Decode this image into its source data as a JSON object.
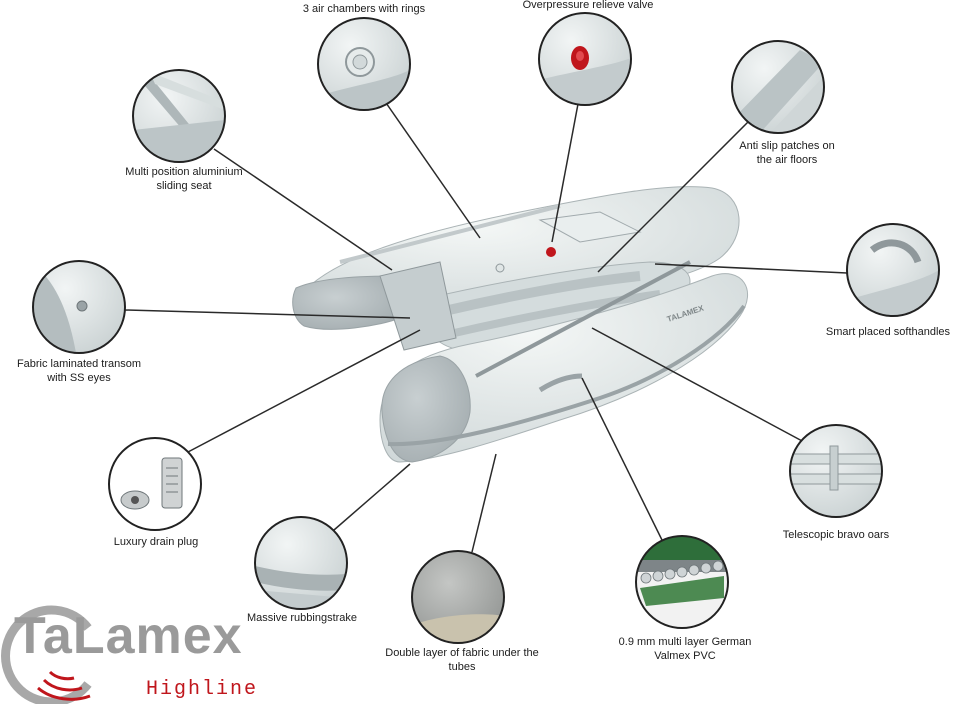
{
  "features": [
    {
      "id": "air-chambers",
      "lines": [
        "3 air chambers with rings"
      ]
    },
    {
      "id": "overpressure-valve",
      "lines": [
        "Overpressure relieve valve"
      ]
    },
    {
      "id": "aluminium-seat",
      "lines": [
        "Multi position aluminium",
        "sliding seat"
      ]
    },
    {
      "id": "anti-slip",
      "lines": [
        "Anti slip patches on",
        "the air floors"
      ]
    },
    {
      "id": "softhandles",
      "lines": [
        "Smart placed softhandles"
      ]
    },
    {
      "id": "transom",
      "lines": [
        "Fabric laminated transom",
        "with SS eyes"
      ]
    },
    {
      "id": "oars",
      "lines": [
        "Telescopic bravo oars"
      ]
    },
    {
      "id": "drain-plug",
      "lines": [
        "Luxury drain plug"
      ]
    },
    {
      "id": "rubbingstrake",
      "lines": [
        "Massive rubbingstrake"
      ]
    },
    {
      "id": "double-fabric",
      "lines": [
        "Double layer of fabric under the",
        "tubes"
      ]
    },
    {
      "id": "pvc",
      "lines": [
        "0.9 mm multi layer German",
        "Valmex PVC"
      ]
    }
  ],
  "boat_logo": "TALAMEX",
  "brand": {
    "name": "TaLamex",
    "subline": "Highline"
  },
  "colors": {
    "tube": "#e6eceb",
    "tube_dark": "#b7c0c2",
    "accent_red": "#c0161c",
    "brand_grey": "#9a9a9a",
    "pvc_green": "#2e6e3a"
  }
}
